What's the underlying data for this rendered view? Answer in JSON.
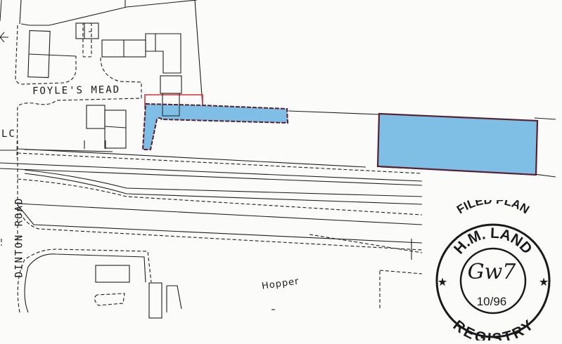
{
  "map": {
    "title": "Filed Plan",
    "labels": {
      "street_1": "FOYLE'S MEAD",
      "street_2": "DINTON ROAD",
      "feature_1": "Hopper",
      "marker_lc": "LC"
    },
    "colors": {
      "background": "#fbfbfa",
      "line": "#1e1e1e",
      "parcel_fill": "#7fbfe6",
      "parcel_border": "#5a2030",
      "red_edging": "#d9333a"
    },
    "parcels": [
      {
        "name": "western-parcel",
        "shape": "L-shaped strip",
        "fill": "blue"
      },
      {
        "name": "eastern-parcel",
        "shape": "rectangle",
        "fill": "blue"
      }
    ],
    "north_arrow": "arrow-left-icon"
  },
  "stamp": {
    "top_text": "FILED PLAN",
    "ring_top": "H.M. LAND",
    "ring_bottom": "REGISTRY",
    "signature": "Gw7",
    "date": "10/96",
    "star_icon": "star-icon"
  }
}
